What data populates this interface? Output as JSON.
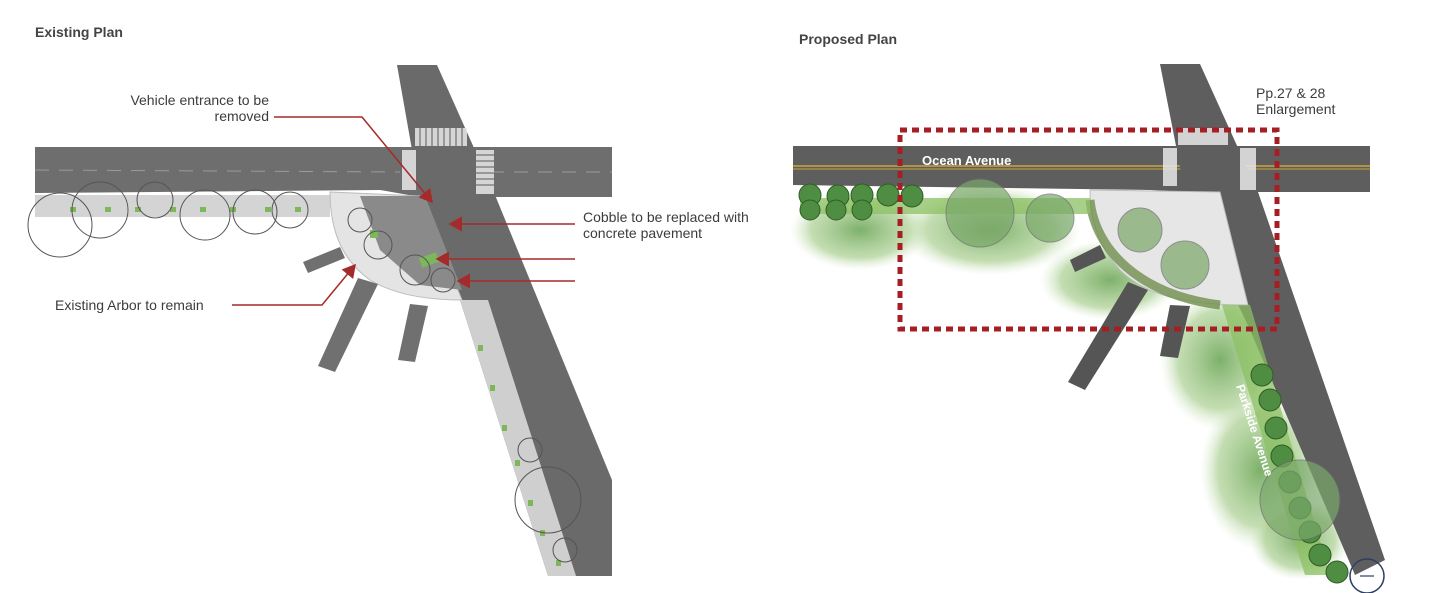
{
  "existing": {
    "title": "Existing Plan",
    "callouts": {
      "vehicle_entrance": "Vehicle  entrance to be removed",
      "vehicle_entrance_line1": "Vehicle  entrance to be",
      "vehicle_entrance_line2": "removed",
      "cobble_line1": "Cobble to be replaced with",
      "cobble_line2": "concrete pavement",
      "arbor": "Existing Arbor  to remain"
    }
  },
  "proposed": {
    "title": "Proposed Plan",
    "enlargement_line1": "Pp.27 & 28",
    "enlargement_line2": "Enlargement",
    "street_ocean": "Ocean Avenue",
    "street_parkside": "Parkside Avenue"
  },
  "colors": {
    "road": "#6e6e6e",
    "road_dark": "#5b5b5b",
    "sidewalk": "#d9d9d9",
    "plaza": "#e6e6e6",
    "callout_arrow": "#a52a2a",
    "enlargement_box": "#a51e24",
    "tree_green": "#5a9a4c",
    "planting_green": "#8cc063"
  }
}
